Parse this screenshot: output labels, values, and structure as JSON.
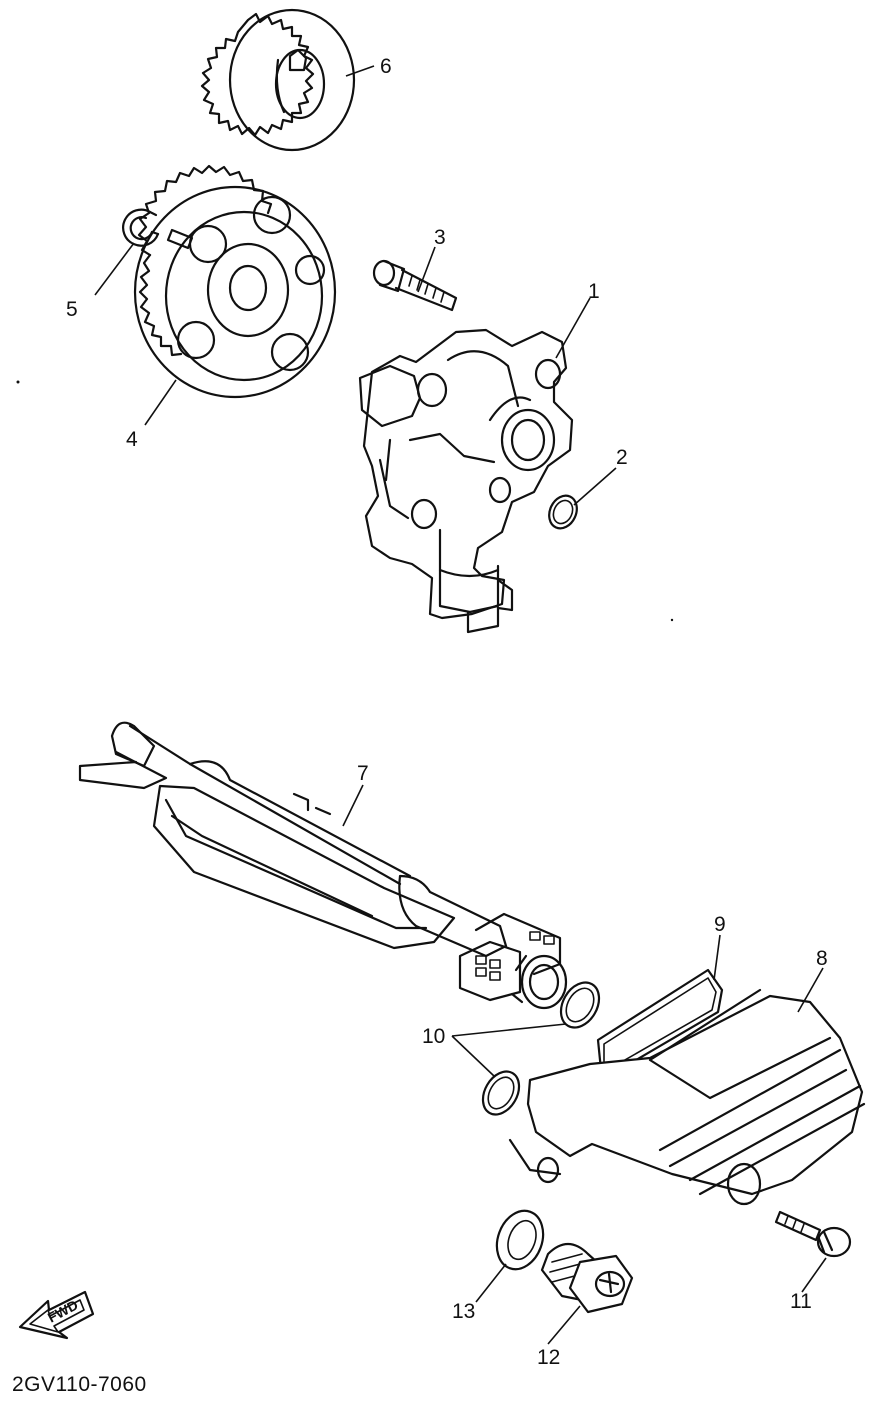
{
  "drawing_code": "2GV110-7060",
  "fwd_label": "FWD",
  "parts": [
    {
      "id": "oil-pump-assembly",
      "ref": "1"
    },
    {
      "id": "o-ring-pump",
      "ref": "2"
    },
    {
      "id": "pump-bolt",
      "ref": "3"
    },
    {
      "id": "pump-drive-gear",
      "ref": "4"
    },
    {
      "id": "circlip",
      "ref": "5"
    },
    {
      "id": "pump-driven-gear",
      "ref": "6"
    },
    {
      "id": "oil-strainer",
      "ref": "7"
    },
    {
      "id": "strainer-cover",
      "ref": "8"
    },
    {
      "id": "cover-gasket",
      "ref": "9"
    },
    {
      "id": "o-rings-strainer",
      "ref": "10"
    },
    {
      "id": "cover-screw",
      "ref": "11"
    },
    {
      "id": "drain-plug",
      "ref": "12"
    },
    {
      "id": "drain-plug-gasket",
      "ref": "13"
    }
  ]
}
